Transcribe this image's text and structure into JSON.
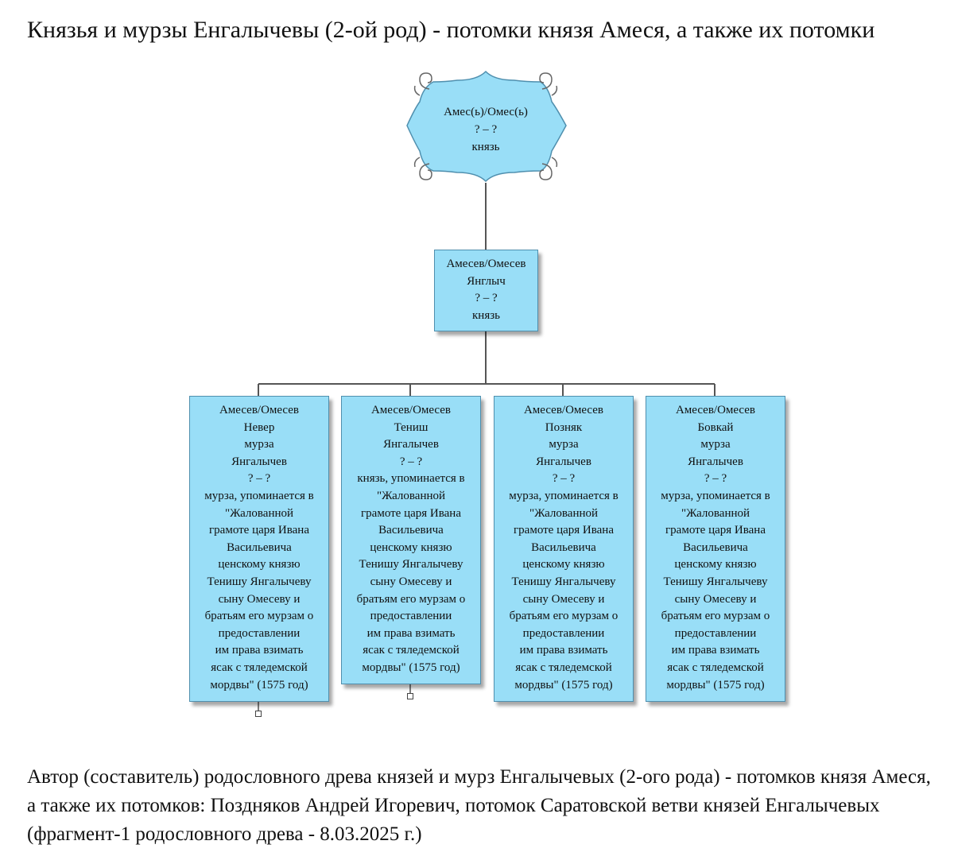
{
  "title": "Князья и мурзы Енгалычевы (2-ой род) - потомки князя Амеся, а также их потомки",
  "root": {
    "lines": [
      "Амес(ь)/Омес(ь)",
      "? – ?",
      "князь"
    ]
  },
  "level1": {
    "lines": [
      "Амесев/Омесев",
      "Янглыч",
      "? – ?",
      "князь"
    ]
  },
  "children": [
    {
      "lines": [
        "Амесев/Омесев",
        "Невер",
        "мурза",
        "Янгалычев",
        "? – ?",
        "мурза, упоминается в",
        "\"Жалованной",
        "грамоте царя Ивана",
        "Васильевича",
        "ценскому князю",
        "Тенишу Янгалычеву",
        "сыну Омесеву и",
        "братьям его мурзам о",
        "предоставлении",
        "им права взимать",
        "ясак с тяледемской",
        "мордвы\" (1575 год)"
      ]
    },
    {
      "lines": [
        "Амесев/Омесев",
        "Тениш",
        "Янгалычев",
        "? – ?",
        "князь, упоминается в",
        "\"Жалованной",
        "грамоте царя Ивана",
        "Васильевича",
        "ценскому князю",
        "Тенишу Янгалычеву",
        "сыну Омесеву и",
        "братьям его мурзам о",
        "предоставлении",
        "им права взимать",
        "ясак с тяледемской",
        "мордвы\" (1575 год)"
      ]
    },
    {
      "lines": [
        "Амесев/Омесев",
        "Позняк",
        "мурза",
        "Янгалычев",
        "? – ?",
        "мурза, упоминается в",
        "\"Жалованной",
        "грамоте царя Ивана",
        "Васильевича",
        "ценскому князю",
        "Тенишу Янгалычеву",
        "сыну Омесеву и",
        "братьям его мурзам о",
        "предоставлении",
        "им права взимать",
        "ясак с тяледемской",
        "мордвы\" (1575 год)"
      ]
    },
    {
      "lines": [
        "Амесев/Омесев",
        "Бовкай",
        "мурза",
        "Янгалычев",
        "? – ?",
        "мурза, упоминается в",
        "\"Жалованной",
        "грамоте царя Ивана",
        "Васильевича",
        "ценскому князю",
        "Тенишу Янгалычеву",
        "сыну Омесеву и",
        "братьям его мурзам о",
        "предоставлении",
        "им права взимать",
        "ясак с тяледемской",
        "мордвы\" (1575 год)"
      ]
    }
  ],
  "footer": "Автор (составитель) родословного древа князей и мурз Енгалычевых (2-ого рода) - потомков князя Амеся, а также их потомков: Поздняков Андрей Игоревич, потомок Саратовской ветви князей Енгалычевых (фрагмент-1 родословного древа - 8.03.2025 г.)",
  "colors": {
    "node_fill": "#99def7",
    "node_border": "#4f8fae",
    "connector": "#555555"
  }
}
